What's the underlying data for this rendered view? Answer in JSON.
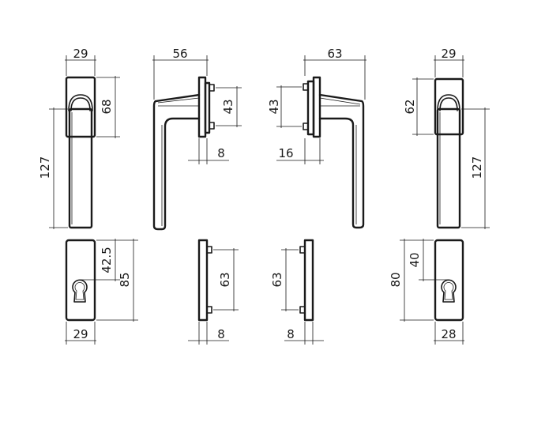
{
  "drawing": {
    "handle_left_front": {
      "width": "29",
      "height_top": "68",
      "height_total": "127"
    },
    "handle_left_side": {
      "width": "56",
      "spacing": "43",
      "depth": "8"
    },
    "handle_right_side": {
      "width": "63",
      "spacing": "43",
      "depth": "16"
    },
    "handle_right_front": {
      "width": "29",
      "height_top": "62",
      "height_total": "127"
    },
    "plate_left_front": {
      "offset": "42.5",
      "height": "85",
      "width": "29"
    },
    "plate_left_side": {
      "spacing": "63",
      "depth": "8"
    },
    "plate_right_side": {
      "spacing": "63",
      "depth": "8"
    },
    "plate_right_front": {
      "offset": "40",
      "height": "80",
      "width": "28"
    }
  }
}
